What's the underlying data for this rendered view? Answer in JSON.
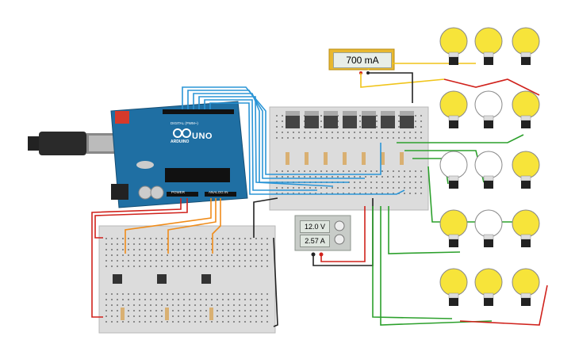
{
  "ammeter": {
    "reading": "700 mA"
  },
  "power_supply": {
    "voltage": "12.0 V",
    "current": "2.57 A"
  },
  "arduino": {
    "brand": "UNO",
    "maker": "ARDUINO",
    "digital_label": "DIGITAL (PWM~)",
    "power_label": "POWER",
    "analog_label": "ANALOG IN"
  },
  "bulbs": [
    {
      "row": 0,
      "col": 0,
      "on": true
    },
    {
      "row": 0,
      "col": 1,
      "on": true
    },
    {
      "row": 0,
      "col": 2,
      "on": true
    },
    {
      "row": 1,
      "col": 0,
      "on": true
    },
    {
      "row": 1,
      "col": 1,
      "on": false
    },
    {
      "row": 1,
      "col": 2,
      "on": true
    },
    {
      "row": 2,
      "col": 0,
      "on": false
    },
    {
      "row": 2,
      "col": 1,
      "on": false
    },
    {
      "row": 2,
      "col": 2,
      "on": true
    },
    {
      "row": 3,
      "col": 0,
      "on": true
    },
    {
      "row": 3,
      "col": 1,
      "on": false
    },
    {
      "row": 3,
      "col": 2,
      "on": true
    },
    {
      "row": 4,
      "col": 0,
      "on": true
    },
    {
      "row": 4,
      "col": 1,
      "on": true
    },
    {
      "row": 4,
      "col": 2,
      "on": true
    }
  ],
  "colors": {
    "arduino": "#1f6fa3",
    "bulb_on": "#f7e43a",
    "bulb_off": "#ffffff",
    "wire_red": "#d0221c",
    "wire_green": "#2ca02c",
    "wire_blue": "#2b95d6",
    "wire_orange": "#f08c1a",
    "wire_yellow": "#f0c419",
    "wire_black": "#222222"
  }
}
